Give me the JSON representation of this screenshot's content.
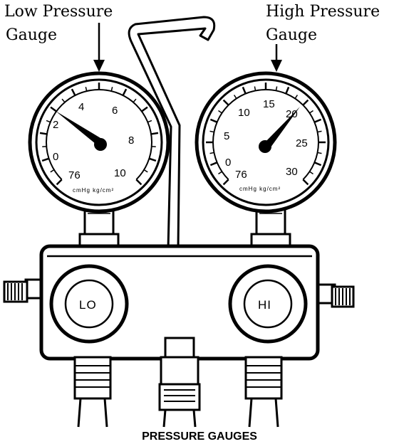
{
  "callouts": {
    "low": {
      "line1": "Low Pressure",
      "line2": "Gauge"
    },
    "high": {
      "line1": "High Pressure",
      "line2": "Gauge"
    }
  },
  "low_gauge": {
    "scale": [
      "76",
      "0",
      "2",
      "4",
      "6",
      "8",
      "10"
    ],
    "units": "cmHg  kg/cm²",
    "reading": "2"
  },
  "high_gauge": {
    "scale": [
      "76",
      "0",
      "5",
      "10",
      "15",
      "20",
      "25",
      "30"
    ],
    "units": "cmHg  kg/cm²",
    "reading": "20"
  },
  "ports": {
    "low": "LO",
    "high": "HI"
  },
  "caption": "PRESSURE GAUGES"
}
